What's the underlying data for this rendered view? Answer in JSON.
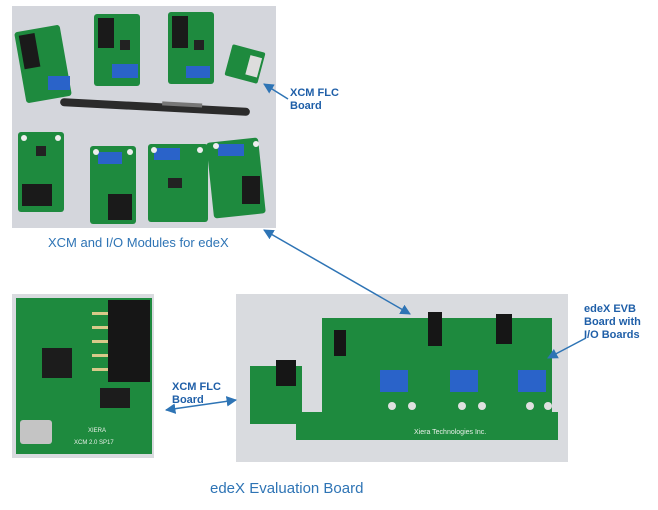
{
  "photos": {
    "top": "modules-photo",
    "bottom_left": "xcm-flc-closeup-photo",
    "bottom_right": "edex-evb-photo"
  },
  "labels": {
    "xcm_flc_top": [
      "XCM FLC",
      "Board"
    ],
    "xcm_flc_bottom": [
      "XCM FLC",
      "Board"
    ],
    "edex_evb": [
      "edeX EVB",
      "Board with",
      "I/O Boards"
    ]
  },
  "captions": {
    "modules": "XCM and I/O Modules for edeX",
    "evaluation": "edeX Evaluation Board"
  },
  "silkscreen": {
    "flc_board": "XCM 2.0 SP17",
    "flc_brand": "XIERA",
    "evb_brand": "Xiera Technologies Inc."
  },
  "colors": {
    "pcb": "#1e8a3e",
    "arrow": "#2e74b5",
    "label_text": "#1f5fa8",
    "terminal_block": "#2a63c9"
  }
}
